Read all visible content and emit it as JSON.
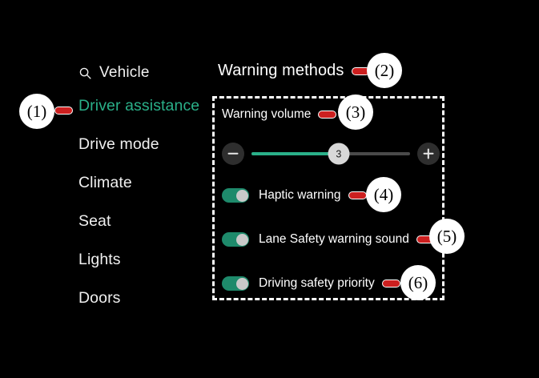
{
  "theme": {
    "background": "#000000",
    "accent_teal": "#2ab089",
    "marker_red": "#cc1f1f",
    "text_primary": "#ffffff",
    "track_inactive": "#4a4a4a",
    "thumb": "#d8d8d8"
  },
  "sidebar": {
    "search": {
      "icon": "search-icon",
      "label": "Vehicle"
    },
    "items": [
      {
        "label": "Driver assistance",
        "active": true
      },
      {
        "label": "Drive mode",
        "active": false
      },
      {
        "label": "Climate",
        "active": false
      },
      {
        "label": "Seat",
        "active": false
      },
      {
        "label": "Lights",
        "active": false
      },
      {
        "label": "Doors",
        "active": false
      }
    ]
  },
  "panel": {
    "title": "Warning methods",
    "group": {
      "header": "Warning volume",
      "slider": {
        "value": "3",
        "min_icon": "minus-icon",
        "max_icon": "plus-icon",
        "fill_percent": 55
      },
      "toggles": [
        {
          "label": "Haptic warning",
          "state": "on"
        },
        {
          "label": "Lane Safety warning sound",
          "state": "on"
        },
        {
          "label": "Driving safety priority",
          "state": "on"
        }
      ]
    }
  },
  "markers": [
    {
      "id": 1,
      "text": "(1)"
    },
    {
      "id": 2,
      "text": "(2)"
    },
    {
      "id": 3,
      "text": "(3)"
    },
    {
      "id": 4,
      "text": "(4)"
    },
    {
      "id": 5,
      "text": "(5)"
    },
    {
      "id": 6,
      "text": "(6)"
    }
  ]
}
